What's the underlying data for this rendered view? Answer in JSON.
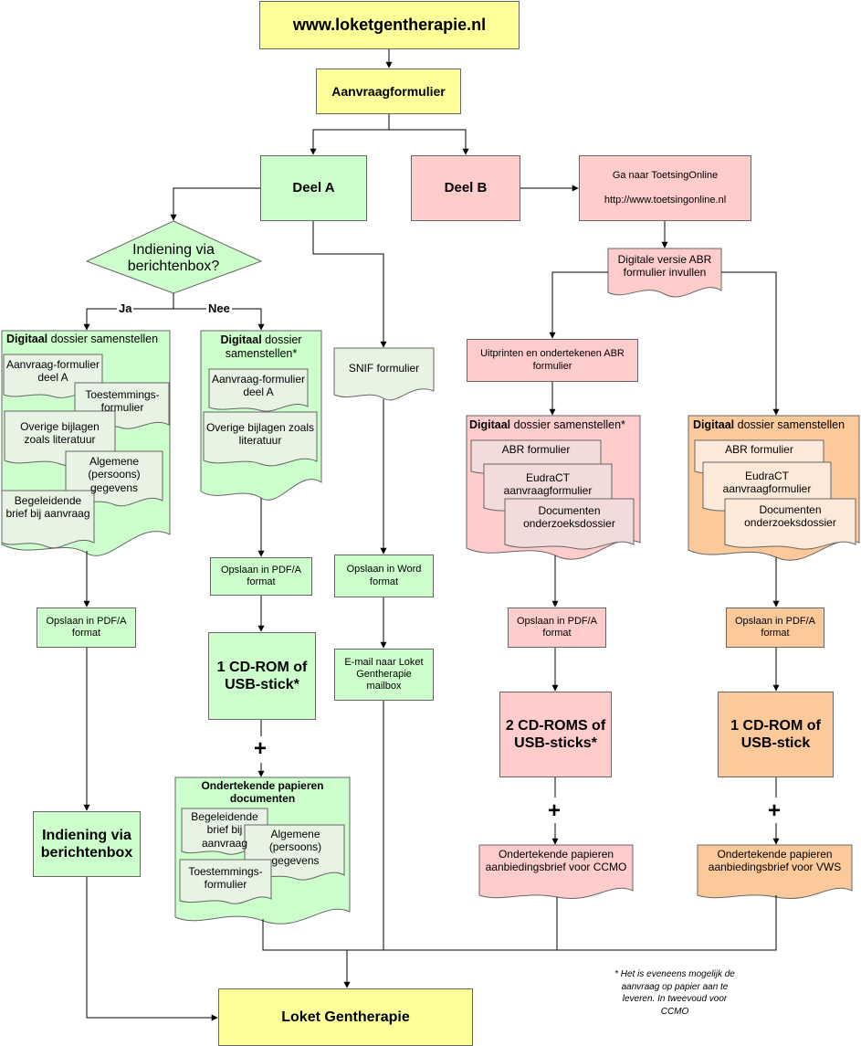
{
  "website": "www.loketgentherapie.nl",
  "aanvraag": "Aanvraagformulier",
  "deel_a": "Deel A",
  "deel_b": "Deel B",
  "toetsing": {
    "line1": "Ga naar ToetsingOnline",
    "line2": "http://www.toetsingonline.nl"
  },
  "abr_digitaal": "Digitale versie ABR formulier invullen",
  "indiening_question": "Indiening via berichtenbox?",
  "ja": "Ja",
  "nee": "Nee",
  "uitprinten": "Uitprinten en ondertekenen ABR formulier",
  "snif": "SNIF formulier",
  "col1": {
    "header_bold": "Digitaal",
    "header_rest": " dossier samenstellen",
    "docs": [
      "Aanvraag-formulier deel A",
      "Toestemmings-formulier",
      "Overige bijlagen zoals literatuur",
      "Algemene (persoons) gegevens",
      "Begeleidende brief bij aanvraag"
    ],
    "opslaan": "Opslaan in PDF/A format",
    "final": "Indiening via berichtenbox"
  },
  "col2": {
    "header_bold": "Digitaal",
    "header_rest": " dossier samenstellen*",
    "docs": [
      "Aanvraag-formulier deel A",
      "Overige bijlagen zoals literatuur"
    ],
    "opslaan": "Opslaan in PDF/A format",
    "cd": "1 CD-ROM of USB-stick*",
    "plus": "+",
    "papier_header": "Ondertekende papieren documenten",
    "papier_docs": [
      "Begeleidende brief bij aanvraag",
      "Algemene (persoons) gegevens",
      "Toestemmings-formulier"
    ]
  },
  "col3": {
    "opslaan": "Opslaan in Word format",
    "email": "E-mail naar Loket Gentherapie mailbox"
  },
  "col4": {
    "header_bold": "Digitaal",
    "header_rest": " dossier samenstellen*",
    "docs": [
      "ABR formulier",
      "EudraCT aanvraagformulier",
      "Documenten onderzoeksdossier"
    ],
    "opslaan": "Opslaan in PDF/A format",
    "cd": "2 CD-ROMS of USB-sticks*",
    "plus": "+",
    "brief": "Ondertekende papieren aanbiedingsbrief voor CCMO"
  },
  "col5": {
    "header_bold": "Digitaal",
    "header_rest": " dossier samenstellen",
    "docs": [
      "ABR formulier",
      "EudraCT aanvraagformulier",
      "Documenten onderzoeksdossier"
    ],
    "opslaan": "Opslaan in PDF/A format",
    "cd": "1 CD-ROM of USB-stick",
    "plus": "+",
    "brief": "Ondertekende papieren aanbiedingsbrief voor VWS"
  },
  "loket": "Loket Gentherapie",
  "footnote": "* Het is eveneens mogelijk de aanvraag op papier aan te leveren. In tweevoud voor CCMO",
  "colors": {
    "yellow": "#ffff99",
    "green": "#ccffcc",
    "pink": "#ffcccc",
    "orange": "#fcc99a",
    "doc_green": "#e8f3e4",
    "doc_pink": "#f2dcdb",
    "doc_orange": "#fde9d9"
  }
}
